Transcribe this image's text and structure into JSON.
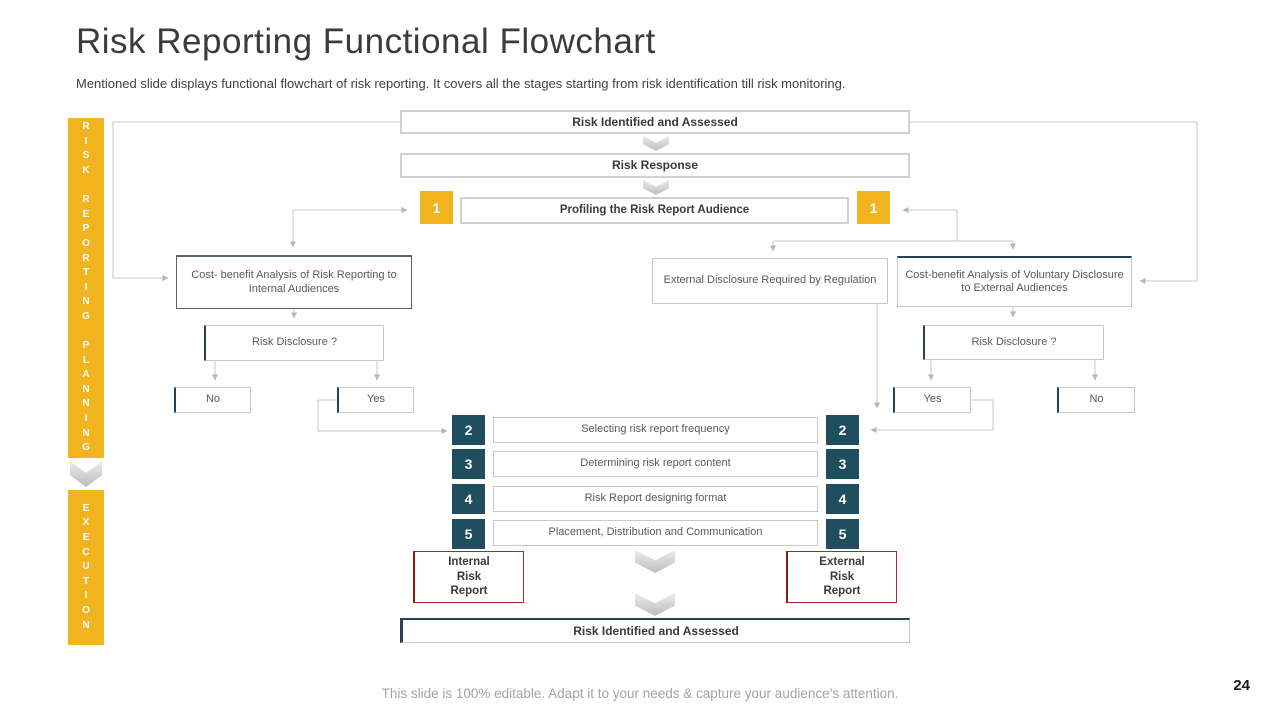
{
  "slide": {
    "title": "Risk Reporting Functional Flowchart",
    "subtitle": "Mentioned slide displays functional flowchart of risk reporting. It covers all the stages starting from risk identification till risk monitoring.",
    "footer": "This slide is 100% editable. Adapt it to your needs & capture your audience’s attention.",
    "page_number": "24"
  },
  "sidebar": {
    "planning_label": "RISK REPORTING PLANNING",
    "planning_stacked": "R\nI\nS\nK\n\nR\nE\nP\nO\nR\nT\nI\nN\nG\n\nP\nL\nA\nN\nN\nI\nN\nG",
    "execution_label": "EXECUTION",
    "execution_stacked": "E\nX\nE\nC\nU\nT\nI\nO\nN"
  },
  "flow": {
    "top_box": "Risk Identified and Assessed",
    "risk_response": "Risk Response",
    "profiling": "Profiling the Risk Report Audience",
    "badge_one": "1",
    "cost_benefit_internal": "Cost- benefit Analysis of Risk Reporting to Internal Audiences",
    "risk_disclosure_left": "Risk Disclosure ?",
    "no_left": "No",
    "yes_left": "Yes",
    "external_disclosure": "External Disclosure Required by Regulation",
    "cost_benefit_external": "Cost-benefit Analysis of Voluntary Disclosure to External Audiences",
    "risk_disclosure_right": "Risk Disclosure ?",
    "yes_right": "Yes",
    "no_right": "No",
    "steps": [
      {
        "num": "2",
        "label": "Selecting risk report frequency"
      },
      {
        "num": "3",
        "label": "Determining risk report content"
      },
      {
        "num": "4",
        "label": "Risk Report designing format"
      },
      {
        "num": "5",
        "label": "Placement, Distribution and Communication"
      }
    ],
    "internal_report": "Internal\nRisk\nReport",
    "external_report": "External\nRisk\nReport",
    "bottom_box": "Risk Identified and Assessed"
  },
  "colors": {
    "accent_yellow": "#F2B41E",
    "accent_navy": "#1F4E5F",
    "accent_red": "#B3251A",
    "line_gray": "#C9CACB"
  }
}
